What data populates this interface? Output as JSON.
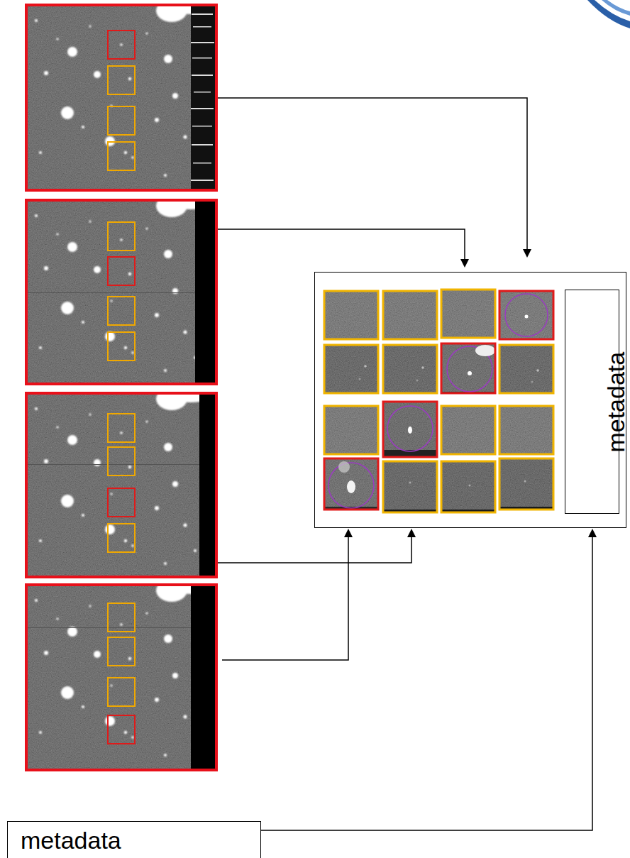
{
  "diagram": {
    "nodes": [
      {
        "text": []
      },
      {
        "text": [
          "metadata"
        ],
        "in": 0
      },
      {
        "text": [
          "metadata"
        ]
      }
    ],
    "edges": [
      {
        "from": 2,
        "to": 0,
        "arrow": "to"
      }
    ]
  }
}
